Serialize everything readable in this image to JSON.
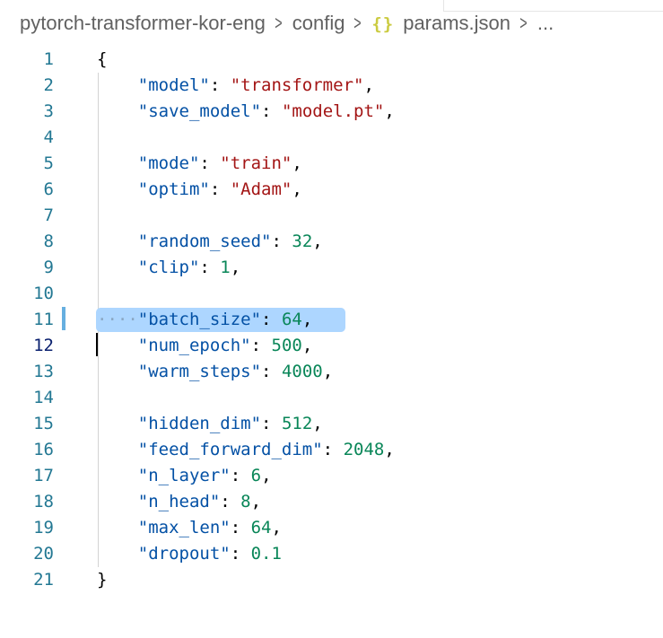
{
  "breadcrumb": {
    "items": [
      {
        "label": "pytorch-transformer-kor-eng"
      },
      {
        "label": "config"
      },
      {
        "icon": "json-braces-icon",
        "icon_text": "{}",
        "label": "params.json"
      },
      {
        "label": "..."
      }
    ],
    "separator": ">"
  },
  "editor": {
    "selected_line": 11,
    "current_line": 12,
    "lines": [
      {
        "num": "1",
        "tokens": [
          {
            "t": "punc",
            "v": "{"
          }
        ]
      },
      {
        "num": "2",
        "tokens": [
          {
            "t": "ind",
            "v": "    "
          },
          {
            "t": "key",
            "v": "\"model\""
          },
          {
            "t": "punc",
            "v": ": "
          },
          {
            "t": "str",
            "v": "\"transformer\""
          },
          {
            "t": "punc",
            "v": ","
          }
        ]
      },
      {
        "num": "3",
        "tokens": [
          {
            "t": "ind",
            "v": "    "
          },
          {
            "t": "key",
            "v": "\"save_model\""
          },
          {
            "t": "punc",
            "v": ": "
          },
          {
            "t": "str",
            "v": "\"model.pt\""
          },
          {
            "t": "punc",
            "v": ","
          }
        ]
      },
      {
        "num": "4",
        "tokens": []
      },
      {
        "num": "5",
        "tokens": [
          {
            "t": "ind",
            "v": "    "
          },
          {
            "t": "key",
            "v": "\"mode\""
          },
          {
            "t": "punc",
            "v": ": "
          },
          {
            "t": "str",
            "v": "\"train\""
          },
          {
            "t": "punc",
            "v": ","
          }
        ]
      },
      {
        "num": "6",
        "tokens": [
          {
            "t": "ind",
            "v": "    "
          },
          {
            "t": "key",
            "v": "\"optim\""
          },
          {
            "t": "punc",
            "v": ": "
          },
          {
            "t": "str",
            "v": "\"Adam\""
          },
          {
            "t": "punc",
            "v": ","
          }
        ]
      },
      {
        "num": "7",
        "tokens": []
      },
      {
        "num": "8",
        "tokens": [
          {
            "t": "ind",
            "v": "    "
          },
          {
            "t": "key",
            "v": "\"random_seed\""
          },
          {
            "t": "punc",
            "v": ": "
          },
          {
            "t": "num",
            "v": "32"
          },
          {
            "t": "punc",
            "v": ","
          }
        ]
      },
      {
        "num": "9",
        "tokens": [
          {
            "t": "ind",
            "v": "    "
          },
          {
            "t": "key",
            "v": "\"clip\""
          },
          {
            "t": "punc",
            "v": ": "
          },
          {
            "t": "num",
            "v": "1"
          },
          {
            "t": "punc",
            "v": ","
          }
        ]
      },
      {
        "num": "10",
        "tokens": []
      },
      {
        "num": "11",
        "tokens": [
          {
            "t": "dots",
            "v": "····"
          },
          {
            "t": "key",
            "v": "\"batch_size\""
          },
          {
            "t": "punc",
            "v": ": "
          },
          {
            "t": "num",
            "v": "64"
          },
          {
            "t": "punc",
            "v": ","
          }
        ]
      },
      {
        "num": "12",
        "tokens": [
          {
            "t": "ind",
            "v": "    "
          },
          {
            "t": "key",
            "v": "\"num_epoch\""
          },
          {
            "t": "punc",
            "v": ": "
          },
          {
            "t": "num",
            "v": "500"
          },
          {
            "t": "punc",
            "v": ","
          }
        ]
      },
      {
        "num": "13",
        "tokens": [
          {
            "t": "ind",
            "v": "    "
          },
          {
            "t": "key",
            "v": "\"warm_steps\""
          },
          {
            "t": "punc",
            "v": ": "
          },
          {
            "t": "num",
            "v": "4000"
          },
          {
            "t": "punc",
            "v": ","
          }
        ]
      },
      {
        "num": "14",
        "tokens": []
      },
      {
        "num": "15",
        "tokens": [
          {
            "t": "ind",
            "v": "    "
          },
          {
            "t": "key",
            "v": "\"hidden_dim\""
          },
          {
            "t": "punc",
            "v": ": "
          },
          {
            "t": "num",
            "v": "512"
          },
          {
            "t": "punc",
            "v": ","
          }
        ]
      },
      {
        "num": "16",
        "tokens": [
          {
            "t": "ind",
            "v": "    "
          },
          {
            "t": "key",
            "v": "\"feed_forward_dim\""
          },
          {
            "t": "punc",
            "v": ": "
          },
          {
            "t": "num",
            "v": "2048"
          },
          {
            "t": "punc",
            "v": ","
          }
        ]
      },
      {
        "num": "17",
        "tokens": [
          {
            "t": "ind",
            "v": "    "
          },
          {
            "t": "key",
            "v": "\"n_layer\""
          },
          {
            "t": "punc",
            "v": ": "
          },
          {
            "t": "num",
            "v": "6"
          },
          {
            "t": "punc",
            "v": ","
          }
        ]
      },
      {
        "num": "18",
        "tokens": [
          {
            "t": "ind",
            "v": "    "
          },
          {
            "t": "key",
            "v": "\"n_head\""
          },
          {
            "t": "punc",
            "v": ": "
          },
          {
            "t": "num",
            "v": "8"
          },
          {
            "t": "punc",
            "v": ","
          }
        ]
      },
      {
        "num": "19",
        "tokens": [
          {
            "t": "ind",
            "v": "    "
          },
          {
            "t": "key",
            "v": "\"max_len\""
          },
          {
            "t": "punc",
            "v": ": "
          },
          {
            "t": "num",
            "v": "64"
          },
          {
            "t": "punc",
            "v": ","
          }
        ]
      },
      {
        "num": "20",
        "tokens": [
          {
            "t": "ind",
            "v": "    "
          },
          {
            "t": "key",
            "v": "\"dropout\""
          },
          {
            "t": "punc",
            "v": ": "
          },
          {
            "t": "num",
            "v": "0.1"
          }
        ]
      },
      {
        "num": "21",
        "tokens": [
          {
            "t": "punc",
            "v": "}"
          }
        ]
      }
    ]
  },
  "colors": {
    "key": "#0451a5",
    "string": "#a31515",
    "number": "#098658",
    "line_number": "#237893",
    "selection": "#add6ff",
    "json_icon": "#cbcb41"
  }
}
